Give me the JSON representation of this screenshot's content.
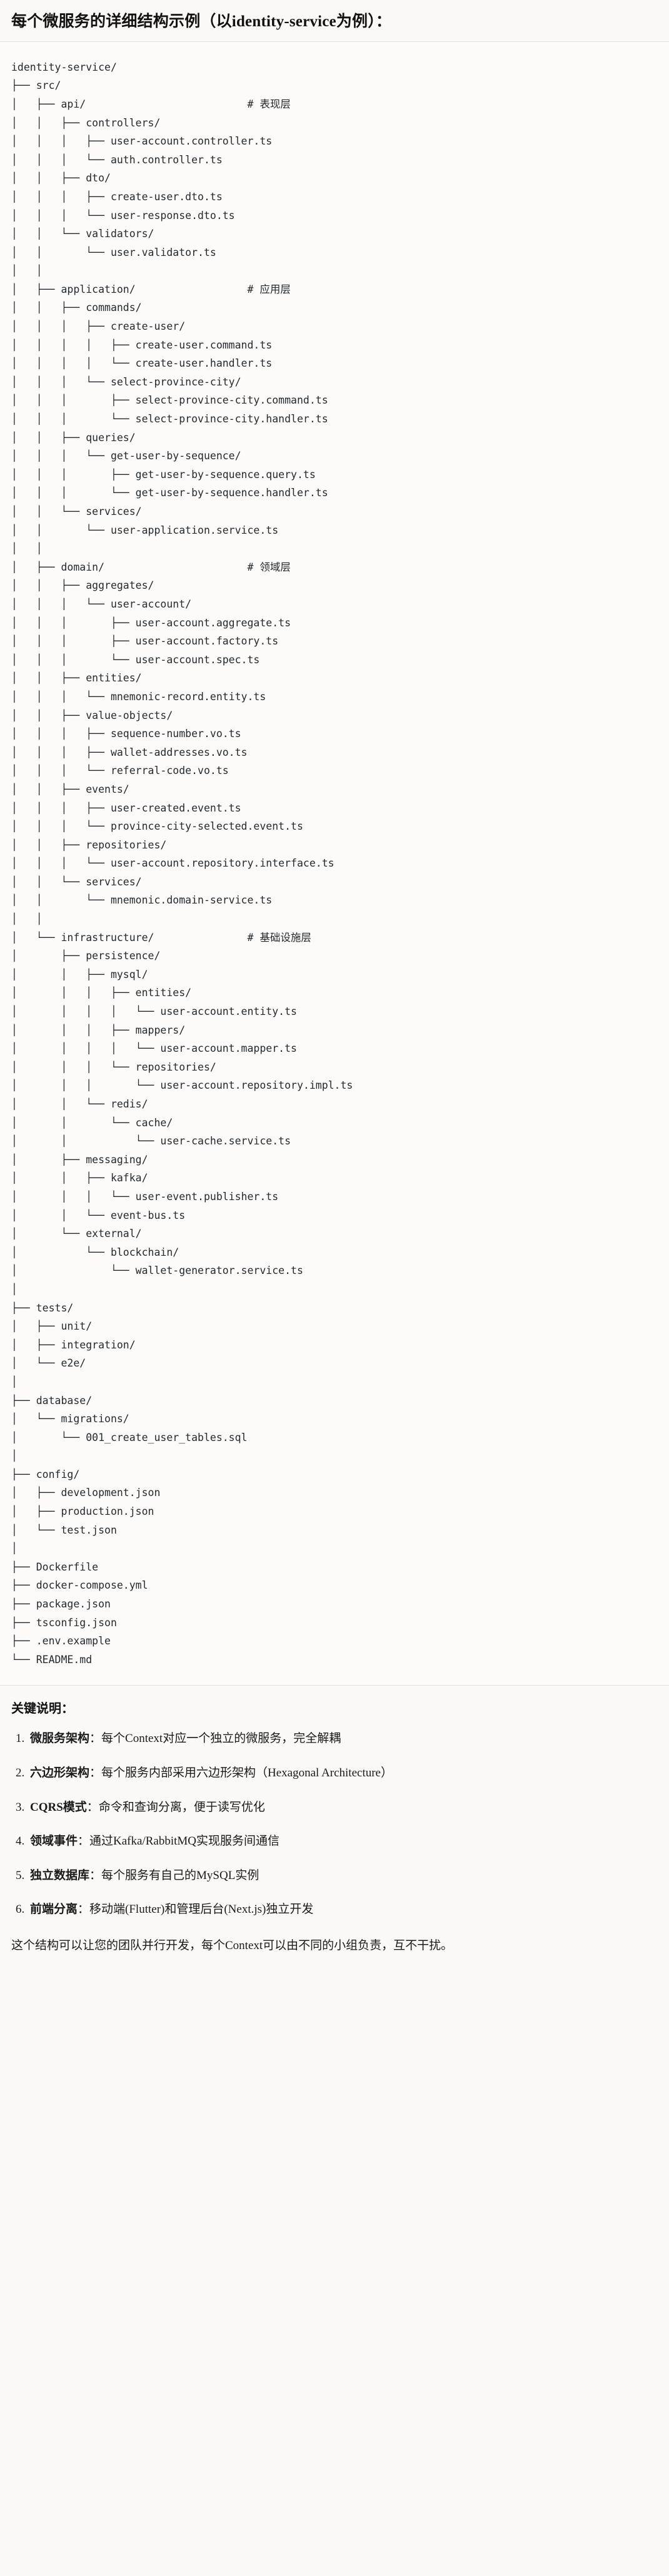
{
  "header": {
    "title": "每个微服务的详细结构示例（以identity-service为例）："
  },
  "tree": {
    "root_label": "identity-service/",
    "text": "identity-service/\n├── src/\n│   ├── api/                          # 表现层\n│   │   ├── controllers/\n│   │   │   ├── user-account.controller.ts\n│   │   │   └── auth.controller.ts\n│   │   ├── dto/\n│   │   │   ├── create-user.dto.ts\n│   │   │   └── user-response.dto.ts\n│   │   └── validators/\n│   │       └── user.validator.ts\n│   │\n│   ├── application/                  # 应用层\n│   │   ├── commands/\n│   │   │   ├── create-user/\n│   │   │   │   ├── create-user.command.ts\n│   │   │   │   └── create-user.handler.ts\n│   │   │   └── select-province-city/\n│   │   │       ├── select-province-city.command.ts\n│   │   │       └── select-province-city.handler.ts\n│   │   ├── queries/\n│   │   │   └── get-user-by-sequence/\n│   │   │       ├── get-user-by-sequence.query.ts\n│   │   │       └── get-user-by-sequence.handler.ts\n│   │   └── services/\n│   │       └── user-application.service.ts\n│   │\n│   ├── domain/                       # 领域层\n│   │   ├── aggregates/\n│   │   │   └── user-account/\n│   │   │       ├── user-account.aggregate.ts\n│   │   │       ├── user-account.factory.ts\n│   │   │       └── user-account.spec.ts\n│   │   ├── entities/\n│   │   │   └── mnemonic-record.entity.ts\n│   │   ├── value-objects/\n│   │   │   ├── sequence-number.vo.ts\n│   │   │   ├── wallet-addresses.vo.ts\n│   │   │   └── referral-code.vo.ts\n│   │   ├── events/\n│   │   │   ├── user-created.event.ts\n│   │   │   └── province-city-selected.event.ts\n│   │   ├── repositories/\n│   │   │   └── user-account.repository.interface.ts\n│   │   └── services/\n│   │       └── mnemonic.domain-service.ts\n│   │\n│   └── infrastructure/               # 基础设施层\n│       ├── persistence/\n│       │   ├── mysql/\n│       │   │   ├── entities/\n│       │   │   │   └── user-account.entity.ts\n│       │   │   ├── mappers/\n│       │   │   │   └── user-account.mapper.ts\n│       │   │   └── repositories/\n│       │   │       └── user-account.repository.impl.ts\n│       │   └── redis/\n│       │       └── cache/\n│       │           └── user-cache.service.ts\n│       ├── messaging/\n│       │   ├── kafka/\n│       │   │   └── user-event.publisher.ts\n│       │   └── event-bus.ts\n│       └── external/\n│           └── blockchain/\n│               └── wallet-generator.service.ts\n│\n├── tests/\n│   ├── unit/\n│   ├── integration/\n│   └── e2e/\n│\n├── database/\n│   └── migrations/\n│       └── 001_create_user_tables.sql\n│\n├── config/\n│   ├── development.json\n│   ├── production.json\n│   └── test.json\n│\n├── Dockerfile\n├── docker-compose.yml\n├── package.json\n├── tsconfig.json\n├── .env.example\n└── README.md",
    "layer_comments": [
      {
        "path": "api/",
        "comment": "# 表现层"
      },
      {
        "path": "application/",
        "comment": "# 应用层"
      },
      {
        "path": "domain/",
        "comment": "# 领域层"
      },
      {
        "path": "infrastructure/",
        "comment": "# 基础设施层"
      }
    ]
  },
  "notes": {
    "heading": "关键说明：",
    "items": [
      {
        "term": "微服务架构",
        "sep": "：",
        "desc": "每个Context对应一个独立的微服务，完全解耦"
      },
      {
        "term": "六边形架构",
        "sep": "：",
        "desc": "每个服务内部采用六边形架构（Hexagonal Architecture）"
      },
      {
        "term": "CQRS模式",
        "sep": "：",
        "desc": "命令和查询分离，便于读写优化"
      },
      {
        "term": "领域事件",
        "sep": "：",
        "desc": "通过Kafka/RabbitMQ实现服务间通信"
      },
      {
        "term": "独立数据库",
        "sep": "：",
        "desc": "每个服务有自己的MySQL实例"
      },
      {
        "term": "前端分离",
        "sep": "：",
        "desc": "移动端(Flutter)和管理后台(Next.js)独立开发"
      }
    ],
    "closing": "这个结构可以让您的团队并行开发，每个Context可以由不同的小组负责，互不干扰。"
  },
  "colors": {
    "page_bg": "#faf9f7",
    "code_bg": "#fcfbfa",
    "rule": "#e6e3dd",
    "text": "#1a1a1a",
    "code_text": "#24292e"
  }
}
